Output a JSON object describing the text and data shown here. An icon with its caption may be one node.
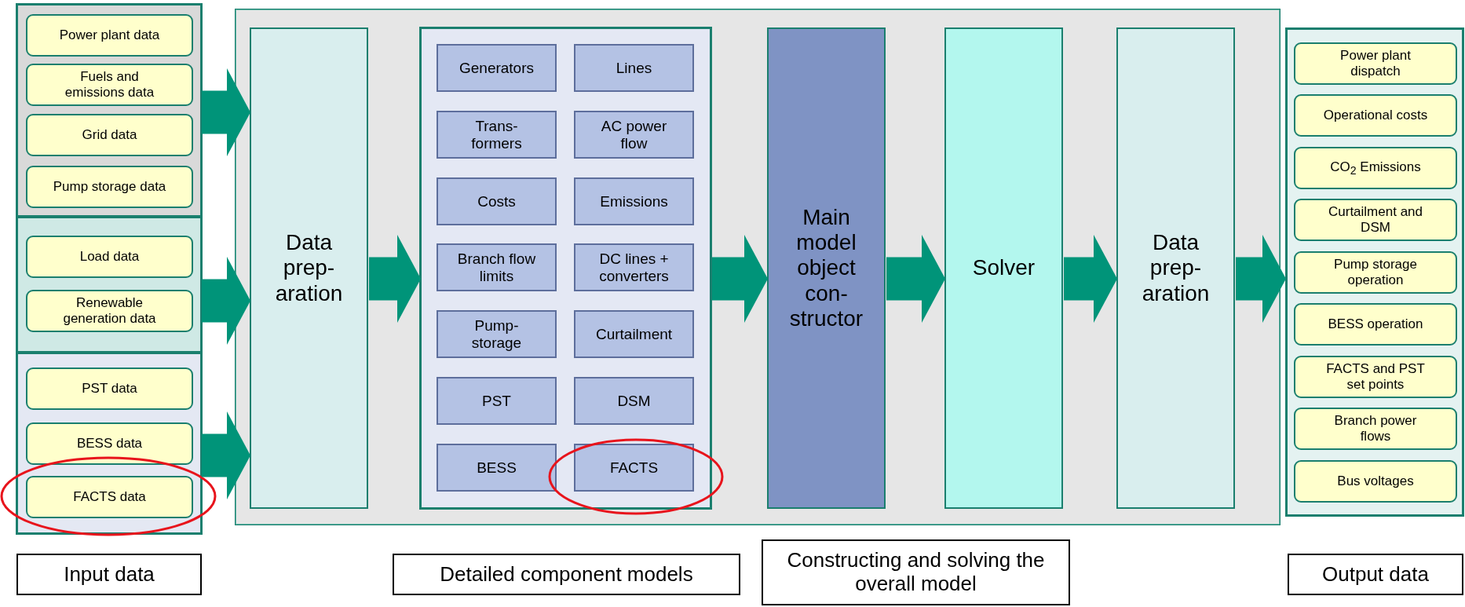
{
  "diagram": {
    "nodes": [
      {
        "text": [],
        "shape": "box"
      },
      {
        "text": [
          "Power plant data"
        ],
        "in": 0
      },
      {
        "text": [
          "Fuels and emissions data"
        ],
        "in": 0
      },
      {
        "text": [
          "Grid data"
        ],
        "in": 0
      },
      {
        "text": [
          "Pump storage data"
        ],
        "in": 0
      },
      {
        "text": [],
        "shape": "box"
      },
      {
        "text": [
          "Load data"
        ],
        "in": 5
      },
      {
        "text": [
          "Renewable generation data"
        ],
        "in": 5
      },
      {
        "text": [],
        "shape": "box"
      },
      {
        "text": [
          "PST data"
        ],
        "in": 8
      },
      {
        "text": [
          "BESS data"
        ],
        "in": 8
      },
      {
        "text": [
          "FACTS data"
        ],
        "in": 8
      },
      {
        "text": [],
        "shape": "box"
      },
      {
        "text": [
          "Data prep- aration"
        ],
        "in": 12
      },
      {
        "text": [],
        "shape": "box",
        "in": 12
      },
      {
        "text": [
          "Generators"
        ],
        "in": 14
      },
      {
        "text": [
          "Lines"
        ],
        "in": 14
      },
      {
        "text": [
          "Trans- formers"
        ],
        "in": 14
      },
      {
        "text": [
          "AC power flow"
        ],
        "in": 14
      },
      {
        "text": [
          "Costs"
        ],
        "in": 14
      },
      {
        "text": [
          "Emissions"
        ],
        "in": 14
      },
      {
        "text": [
          "Branch flow limits"
        ],
        "in": 14
      },
      {
        "text": [
          "DC lines + converters"
        ],
        "in": 14
      },
      {
        "text": [
          "Pump- storage"
        ],
        "in": 14
      },
      {
        "text": [
          "Curtailment"
        ],
        "in": 14
      },
      {
        "text": [
          "PST"
        ],
        "in": 14
      },
      {
        "text": [
          "DSM"
        ],
        "in": 14
      },
      {
        "text": [
          "BESS"
        ],
        "in": 14
      },
      {
        "text": [
          "FACTS"
        ],
        "in": 14
      },
      {
        "text": [
          "Main model object con- structor"
        ],
        "in": 12
      },
      {
        "text": [
          "Solver"
        ],
        "in": 12
      },
      {
        "text": [
          "Data prep- aration"
        ],
        "in": 12
      },
      {
        "text": [],
        "shape": "box"
      },
      {
        "text": [
          "Power plant dispatch"
        ],
        "in": 32
      },
      {
        "text": [
          "Operational costs"
        ],
        "in": 32
      },
      {
        "text": [
          "CO$_{2}$ Emissions"
        ],
        "in": 32
      },
      {
        "text": [
          "Curtailment and DSM"
        ],
        "in": 32
      },
      {
        "text": [
          "Pump storage operation"
        ],
        "in": 32
      },
      {
        "text": [
          "BESS operation"
        ],
        "in": 32
      },
      {
        "text": [
          "FACTS and PST set points"
        ],
        "in": 32
      },
      {
        "text": [
          "Branch power flows"
        ],
        "in": 32
      },
      {
        "text": [
          "Bus voltages"
        ],
        "in": 32
      },
      {
        "text": [
          "Input data"
        ]
      },
      {
        "text": [
          "Detailed component models"
        ]
      },
      {
        "text": [
          "Constructing and solving the overall model"
        ]
      },
      {
        "text": [
          "Output data"
        ]
      }
    ],
    "edges": [
      {
        "from": 0,
        "to": 13,
        "arrow": "to"
      },
      {
        "from": 5,
        "to": 13,
        "arrow": "to"
      },
      {
        "from": 8,
        "to": 13,
        "arrow": "to"
      },
      {
        "from": 13,
        "to": 14,
        "arrow": "to"
      },
      {
        "from": 14,
        "to": 29,
        "arrow": "to"
      },
      {
        "from": 29,
        "to": 30,
        "arrow": "to"
      },
      {
        "from": 30,
        "to": 31,
        "arrow": "to"
      },
      {
        "from": 31,
        "to": 32,
        "arrow": "to"
      }
    ]
  }
}
